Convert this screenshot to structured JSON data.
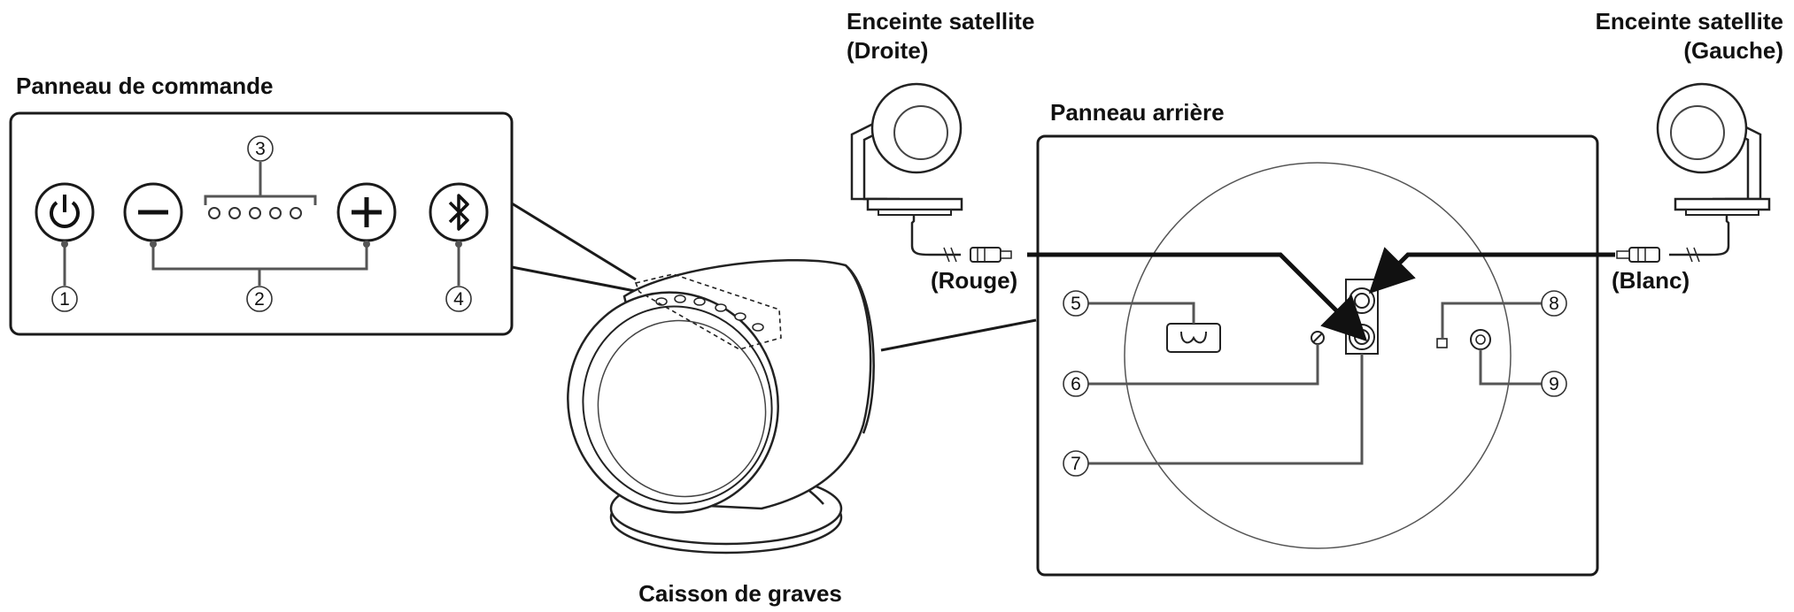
{
  "labels": {
    "control_panel": "Panneau de commande",
    "rear_panel": "Panneau arrière",
    "subwoofer": "Caisson de graves",
    "satellite_right_line1": "Enceinte satellite",
    "satellite_right_line2": "(Droite)",
    "satellite_left_line1": "Enceinte satellite",
    "satellite_left_line2": "(Gauche)",
    "red_cable": "(Rouge)",
    "white_cable": "(Blanc)"
  },
  "callouts": {
    "c1": "1",
    "c2": "2",
    "c3": "3",
    "c4": "4",
    "c5": "5",
    "c6": "6",
    "c7": "7",
    "c8": "8",
    "c9": "9"
  },
  "icons": [
    "power-icon",
    "minus-icon",
    "plus-icon",
    "bluetooth-icon",
    "led-indicator-icon"
  ],
  "colors": {
    "line": "#555555",
    "outline": "#1a1a1a",
    "text": "#111111"
  }
}
